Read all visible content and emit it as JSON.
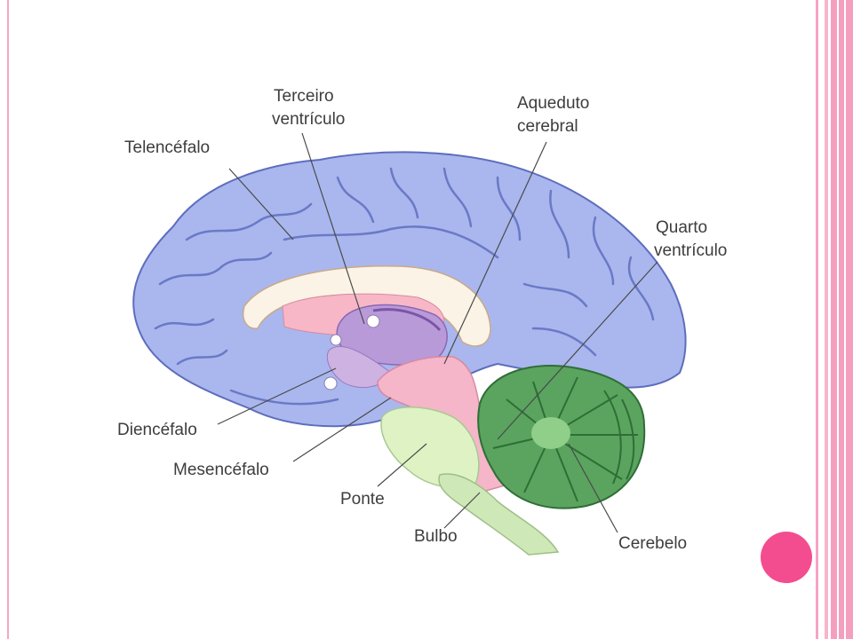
{
  "labels": {
    "telencefalo": "Telencéfalo",
    "terceiro_line1": "Terceiro",
    "terceiro_line2": "ventrículo",
    "aqueduto_line1": "Aqueduto",
    "aqueduto_line2": "cerebral",
    "quarto_line1": "Quarto",
    "quarto_line2": "ventrículo",
    "diencefalo": "Diencéfalo",
    "mesencefalo": "Mesencéfalo",
    "ponte": "Ponte",
    "bulbo": "Bulbo",
    "cerebelo": "Cerebelo"
  },
  "colors": {
    "cortex": "#a9b7ee",
    "cortex_outline": "#5e6dbd",
    "corpus_callosum": "#fbf3e6",
    "thalamus": "#b99ad8",
    "hypothalamus": "#f2aac2",
    "brainstem": "#f4b6c8",
    "pons": "#def2c4",
    "medulla": "#cfe8b8",
    "cerebellum": "#5aa45f",
    "slide_accent": "#f34d8f",
    "frame": "#f4a6c4"
  }
}
